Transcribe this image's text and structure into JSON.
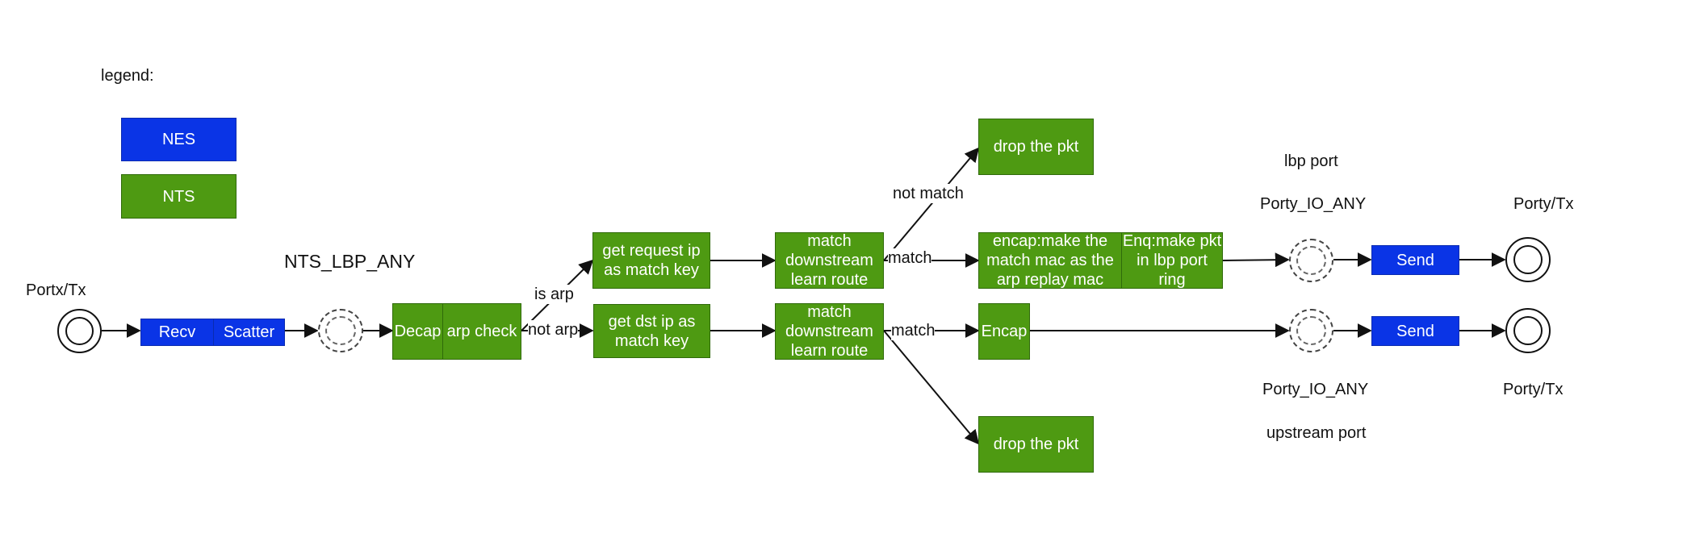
{
  "legend": {
    "title": "legend:",
    "nes": "NES",
    "nts": "NTS"
  },
  "labels": {
    "port_rx": "Portx/Tx",
    "nts_lbp_any": "NTS_LBP_ANY",
    "is_arp": "is arp",
    "not_arp": "not arp",
    "not_match": "not match",
    "match_top": "match",
    "match_bottom": "match",
    "lbp_port": "lbp port",
    "io_any_top": "Porty_IO_ANY",
    "io_any_bottom": "Porty_IO_ANY",
    "upstream_port": "upstream port",
    "port_tx_top": "Porty/Tx",
    "port_tx_bottom": "Porty/Tx"
  },
  "nodes": {
    "recv": "Recv",
    "scatter": "Scatter",
    "decap": "Decap",
    "arp_check": "arp check",
    "get_request_ip": "get request ip as match key",
    "get_dst_ip": "get dst ip as match key",
    "match_top": "match downstream learn route",
    "match_bottom": "match downstream learn route",
    "drop_top": "drop the pkt",
    "drop_bottom": "drop the pkt",
    "encap_arp": "encap:make the match mac as the arp replay mac",
    "enq": "Enq:make pkt in lbp port ring",
    "encap": "Encap",
    "send_top": "Send",
    "send_bottom": "Send"
  },
  "colors": {
    "nes": "#0a34e6",
    "nts": "#4e9a12"
  }
}
